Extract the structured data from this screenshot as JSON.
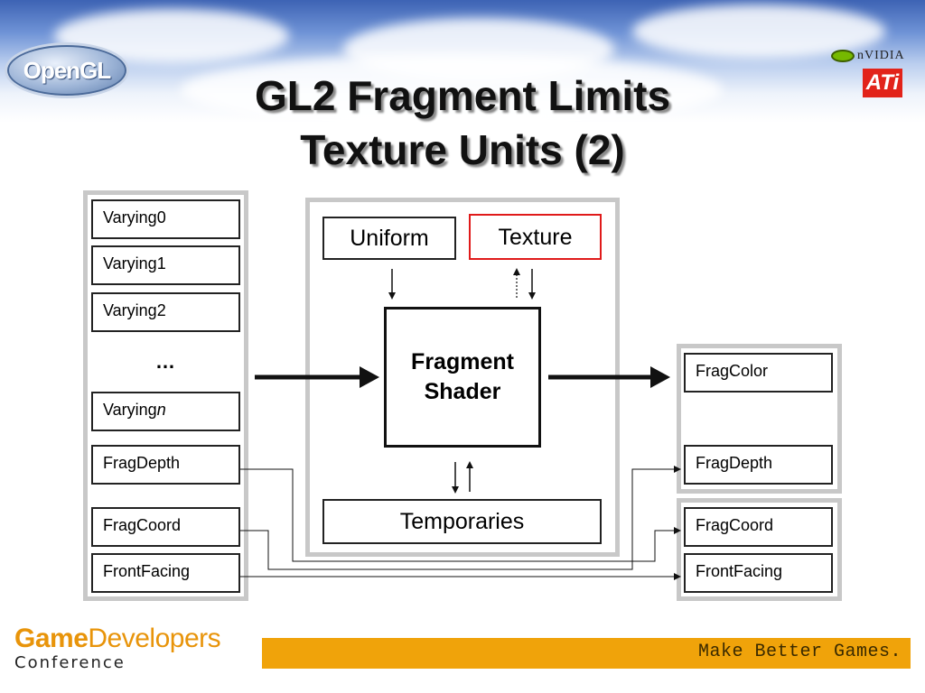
{
  "header": {
    "title_line1": "GL2 Fragment Limits",
    "title_line2": "Texture Units (2)",
    "logo_opengl": "OpenGL",
    "logo_nvidia": "nVIDIA",
    "logo_ati": "ATi"
  },
  "inputs": {
    "varyings": [
      "Varying0",
      "Varying1",
      "Varying2"
    ],
    "ellipsis": "…",
    "varying_n_prefix": "Varying",
    "varying_n_suffix": "n",
    "builtins": [
      "FragDepth",
      "FragCoord",
      "FrontFacing"
    ]
  },
  "shader_block": {
    "uniform": "Uniform",
    "texture": "Texture",
    "shader_line1": "Fragment",
    "shader_line2": "Shader",
    "temporaries": "Temporaries"
  },
  "outputs": {
    "frag_color": "FragColor",
    "frag_depth": "FragDepth",
    "frag_coord": "FragCoord",
    "front_facing": "FrontFacing"
  },
  "footer": {
    "gdc_game": "Game",
    "gdc_developers": "Developers",
    "gdc_conference": "Conference",
    "slogan": "Make Better Games."
  },
  "colors": {
    "texture_border": "#e01a1a",
    "footer_bar": "#f0a30a",
    "gdc_orange": "#e8940a"
  }
}
